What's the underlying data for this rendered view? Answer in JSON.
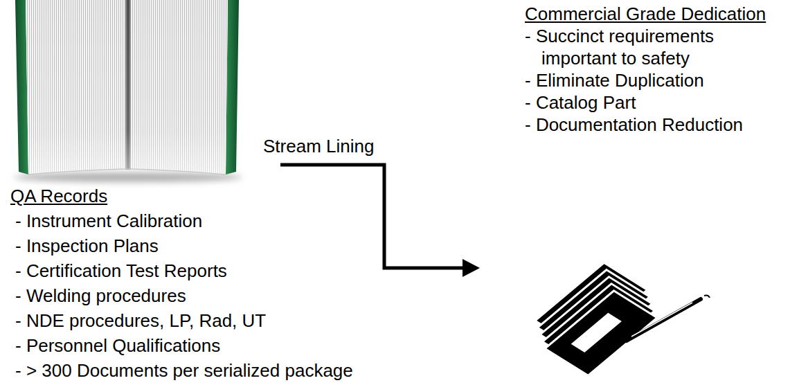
{
  "diagram": {
    "labels": [
      "QA Records",
      "- Instrument Calibration",
      "- Inspection Plans",
      "- Certification Test Reports",
      "- Welding procedures",
      "- NDE procedures, LP, Rad, UT",
      "- Personnel Qualifications",
      "- > 300 Documents per serialized package",
      "Stream Lining",
      "Commercial Grade Dedication",
      "- Succinct requirements important to safety",
      "- Eliminate Duplication",
      "- Catalog Part",
      "- Documentation Reduction"
    ]
  }
}
